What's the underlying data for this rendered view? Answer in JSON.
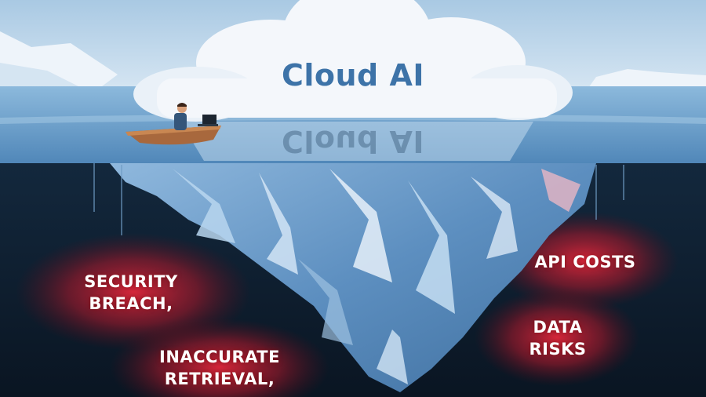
{
  "title": "Cloud AI",
  "reflection_text": "Cloud AI",
  "labels": {
    "security_line1": "SECURITY",
    "security_line2": "BREACH,",
    "inaccurate_line1": "INACCURATE",
    "inaccurate_line2": "RETRIEVAL,",
    "api_costs": "API COSTS",
    "data_line1": "DATA",
    "data_line2": "RISKS"
  },
  "colors": {
    "sky": "#cfe2f0",
    "water": "#7fb0d6",
    "deep_water": "#0d1b2a",
    "ice": "#6d9cc8",
    "cloud": "#f4f7fb",
    "warning_glow": "#e0283c",
    "title": "#3d73a8"
  }
}
